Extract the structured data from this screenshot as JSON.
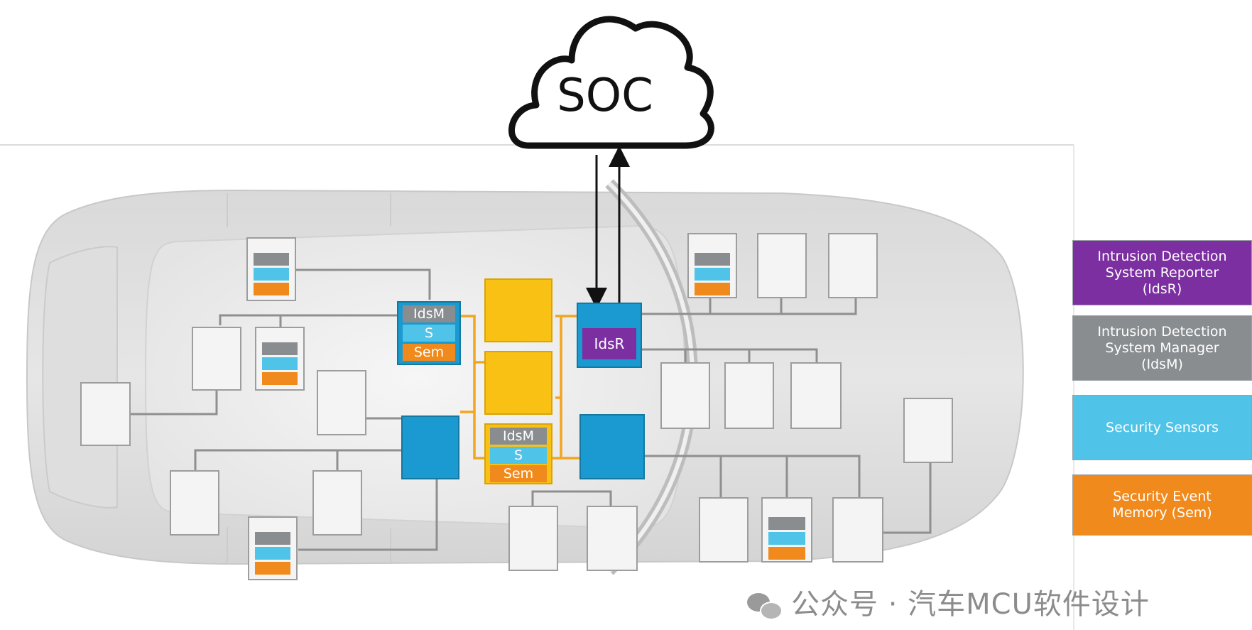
{
  "cloud": {
    "label": "SOC"
  },
  "idsr_label": "IdsR",
  "idsm_stack": {
    "idsm": "IdsM",
    "s": "S",
    "sem": "Sem"
  },
  "legend": [
    {
      "key": "idsr",
      "text": "Intrusion Detection\nSystem Reporter\n(IdsR)",
      "color": "#7b2fa1"
    },
    {
      "key": "idsm",
      "text": "Intrusion Detection\nSystem Manager\n(IdsM)",
      "color": "#8a8d90"
    },
    {
      "key": "sensors",
      "text": "Security Sensors",
      "color": "#4fc3e8"
    },
    {
      "key": "sem",
      "text": "Security Event\nMemory (Sem)",
      "color": "#f08a1c"
    }
  ],
  "watermark": {
    "text": "公众号 · 汽车MCU软件设计"
  },
  "colors": {
    "switch_yellow": "#f9c114",
    "gateway_blue": "#1a9ad1",
    "wire": "#8f8f8f",
    "bus": "#f2a51e",
    "ecu_grey": "#8a8d90",
    "sensor_blue": "#4fc3e8",
    "sem_orange": "#f08a1c",
    "idsr_purple": "#7b2fa1"
  }
}
